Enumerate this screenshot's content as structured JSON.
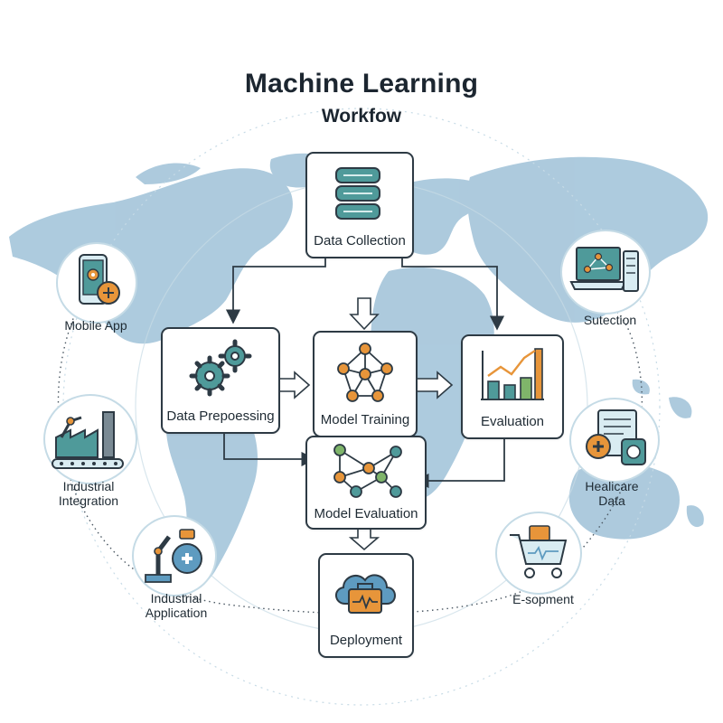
{
  "title": "Machine Learning",
  "subtitle": "Workfow",
  "colors": {
    "map": "#a9c8dc",
    "stroke": "#2d3a44",
    "accent_teal": "#4f9a9a",
    "accent_orange": "#e7953a",
    "accent_green": "#7fb56a",
    "accent_blue": "#5e9bc0"
  },
  "steps": {
    "data_collection": {
      "label": "Data Collection",
      "icon": "database-icon"
    },
    "data_preprocessing": {
      "label": "Data Prepoessing",
      "icon": "gears-icon"
    },
    "model_training": {
      "label": "Model Training",
      "icon": "neural-network-icon"
    },
    "evaluation": {
      "label": "Evaluation",
      "icon": "bar-chart-icon"
    },
    "model_evaluation": {
      "label": "Model Evaluation",
      "icon": "network-graph-icon"
    },
    "deployment": {
      "label": "Deployment",
      "icon": "cloud-toolbox-icon"
    }
  },
  "applications": {
    "mobile_app": {
      "label": "Mobile App",
      "icon": "smartphone-gear-icon"
    },
    "industrial_integration": {
      "label": "Industrial\nIntegration",
      "icon": "factory-robot-arm-icon"
    },
    "industrial_application": {
      "label": "Industrial\nApplication",
      "icon": "robot-arm-medical-icon"
    },
    "e_shipment": {
      "label": "E-sopment",
      "icon": "shopping-cart-icon"
    },
    "healthcare_data": {
      "label": "Healicare\nData",
      "icon": "medical-records-icon"
    },
    "selection": {
      "label": "Sutection",
      "icon": "laptop-network-icon"
    }
  }
}
